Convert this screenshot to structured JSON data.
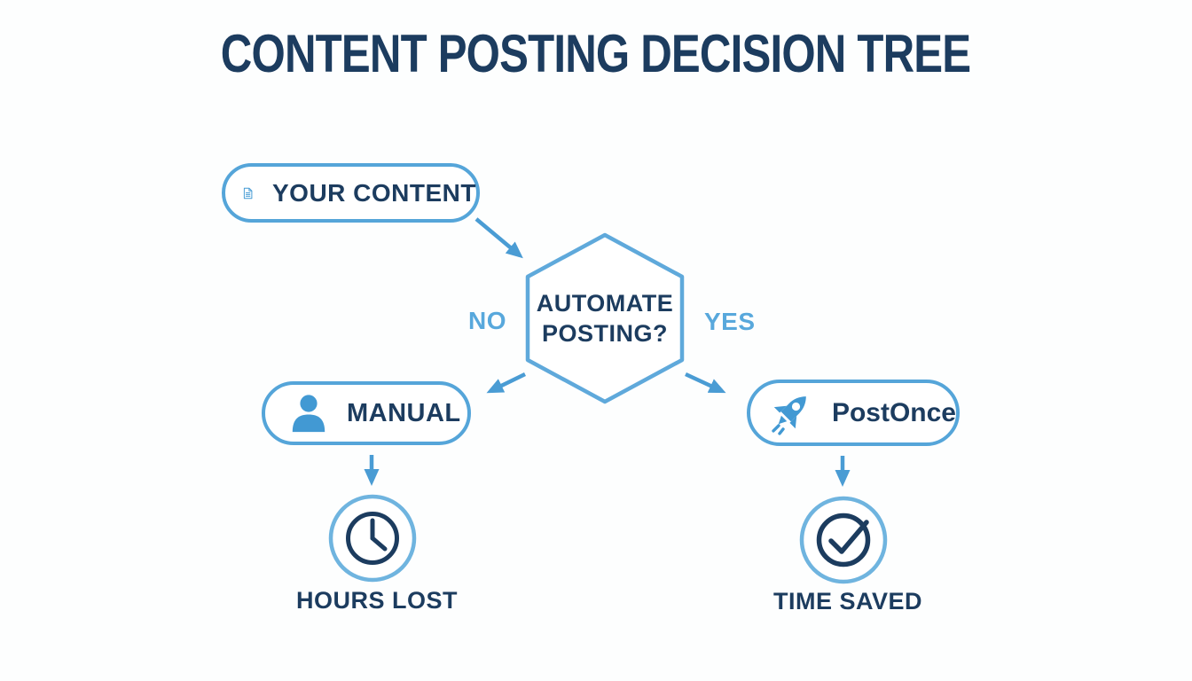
{
  "title": "CONTENT POSTING DECISION TREE",
  "colors": {
    "navy_text": "#1c3c5f",
    "arrow_blue": "#4a9cd4",
    "pill_border_blue": "#55a5d9",
    "outer_circle_blue": "#6fb4df",
    "icon_fill_blue": "#4299d3",
    "branch_label_blue": "#58a8dc",
    "background": "#fdfefe"
  },
  "flow": {
    "source": {
      "label": "YOUR CONTENT",
      "icon": "document-icon"
    },
    "decision": {
      "label": "AUTOMATE POSTING?",
      "shape": "hexagon"
    },
    "no_label": "NO",
    "yes_label": "YES",
    "manual": {
      "label": "MANUAL",
      "icon": "person-icon"
    },
    "postonce": {
      "label": "PostOnce",
      "icon": "rocket-icon"
    },
    "hours_lost": {
      "label": "HOURS LOST",
      "icon": "clock-icon"
    },
    "time_saved": {
      "label": "TIME SAVED",
      "icon": "check-circle-icon"
    }
  }
}
